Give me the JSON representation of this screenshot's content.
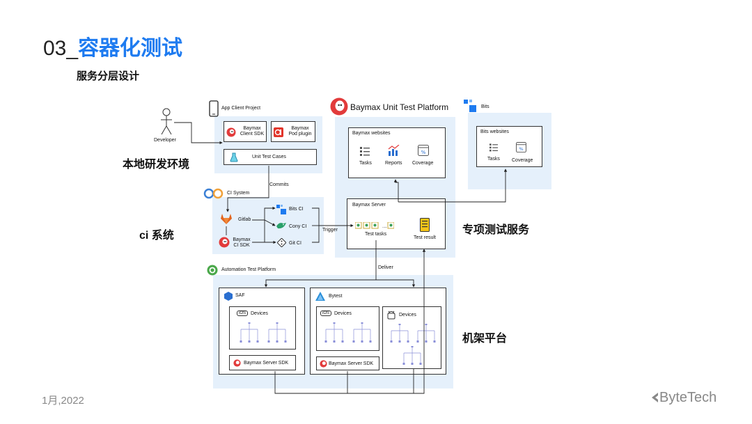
{
  "slide": {
    "title_num": "03_",
    "title_cn": "容器化测试",
    "subtitle": "服务分层设计",
    "date": "1月,2022",
    "brand": "ByteTech"
  },
  "layers": {
    "local": "本地研发环境",
    "ci": "ci 系统",
    "special": "专项测试服务",
    "rack": "机架平台"
  },
  "developer": {
    "label": "Developer"
  },
  "app_client": {
    "title": "App Client Project",
    "client_sdk": "Baymax\nClient SDK",
    "pod_plugin": "Baymax\nPod plugin",
    "unit_tests": "Unit Test Cases"
  },
  "ci_system": {
    "title": "CI System",
    "gitlab": "Gitlab",
    "ci_sdk": "Baymax\nCI SDK",
    "bits_ci": "Bits CI",
    "cony_ci": "Cony CI",
    "git_ci": "Git CI"
  },
  "baymax_platform": {
    "title": "Baymax Unit Test Platform",
    "websites_title": "Baymax websites",
    "tasks": "Tasks",
    "reports": "Reports",
    "coverage": "Coverage",
    "server_title": "Baymax Server",
    "test_tasks": "Test tasks",
    "test_result": "Test result"
  },
  "bits": {
    "title": "Bits",
    "websites_title": "Bits websites",
    "tasks": "Tasks",
    "coverage": "Coverage"
  },
  "edges": {
    "commits": "Commits",
    "trigger": "Trigger",
    "deliver": "Deliver"
  },
  "automation": {
    "title": "Automation Test Platform",
    "saf": "SAF",
    "bytest": "Bytest",
    "ios_badge": "iOS",
    "devices": "Devices",
    "server_sdk": "Baymax Server SDK"
  },
  "colors": {
    "accent": "#1e7bf0",
    "zone": "#e5f0fb",
    "baymax_red": "#e23b3b",
    "gitlab_orange": "#e2641e"
  }
}
